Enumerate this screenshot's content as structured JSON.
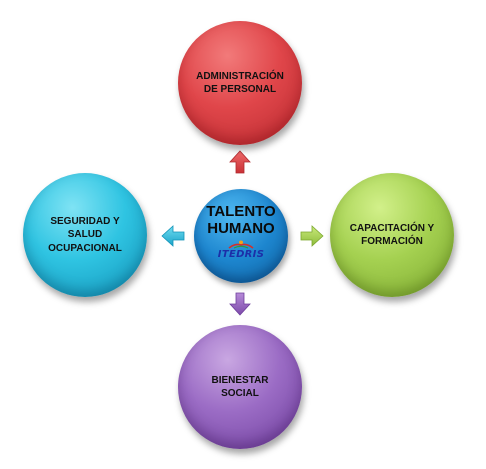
{
  "diagram": {
    "center": {
      "title": "TALENTO\nHUMANO",
      "logo_text": "ITEDRIS",
      "color": "#1d86cf"
    },
    "nodes": {
      "top": {
        "label": "ADMINISTRACIÓN\nDE PERSONAL",
        "color": "#e0464a"
      },
      "right": {
        "label": "CAPACITACIÓN Y\nFORMACIÓN",
        "color": "#a5d151"
      },
      "bottom": {
        "label": "BIENESTAR SOCIAL",
        "color": "#9b6cc5"
      },
      "left": {
        "label": "SEGURIDAD Y\nSALUD\nOCUPACIONAL",
        "color": "#2fc4e2"
      }
    }
  }
}
